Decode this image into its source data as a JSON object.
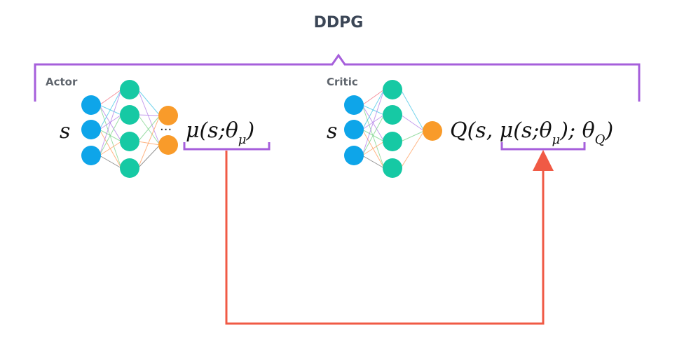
{
  "title": "DDPG",
  "actor": {
    "label": "Actor",
    "input_symbol": "s",
    "output_text": "μ(s;θ",
    "output_sub": "μ",
    "output_close": ")",
    "ellipsis": "···"
  },
  "critic": {
    "label": "Critic",
    "input_symbol": "s",
    "output_prefix": "Q(s, μ(s;θ",
    "output_sub1": "μ",
    "output_mid": ");  θ",
    "output_sub2": "Q",
    "output_close": ")"
  },
  "colors": {
    "bracket": "#a65fdb",
    "arrow": "#f05a45",
    "input_node": "#0ea5e9",
    "hidden_node": "#16c9a4",
    "output_node": "#f99b2a",
    "edge_palette": [
      "#f26d7d",
      "#46c5e6",
      "#b07ce6",
      "#7bd389",
      "#ff9d5c",
      "#6f6f6f"
    ]
  }
}
